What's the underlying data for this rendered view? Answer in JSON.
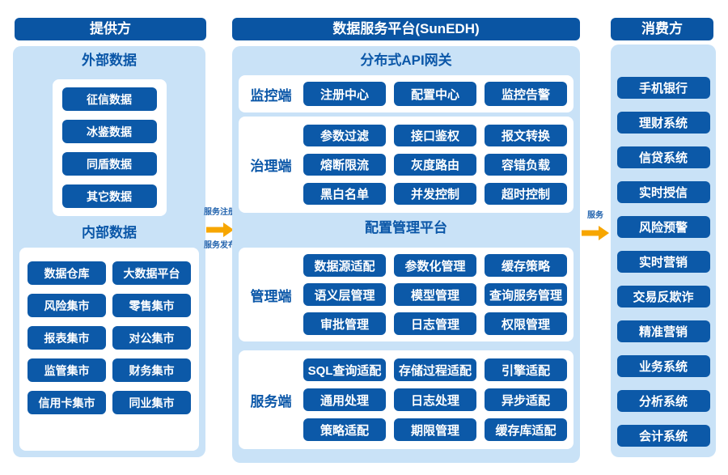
{
  "colors": {
    "header-blue": "#0A55A3",
    "btn-blue": "#0C59A8",
    "panel-blue": "#C9E2F7",
    "title-blue": "#0B57A8",
    "arrow-orange": "#F7A600",
    "small-label-blue": "#2364AE"
  },
  "provider": {
    "header": "提供方",
    "external": {
      "title": "外部数据",
      "items": [
        "征信数据",
        "冰鉴数据",
        "同盾数据",
        "其它数据"
      ]
    },
    "internal": {
      "title": "内部数据",
      "items": [
        "数据仓库",
        "大数据平台",
        "风险集市",
        "零售集市",
        "报表集市",
        "对公集市",
        "监管集市",
        "财务集市",
        "信用卡集市",
        "同业集市"
      ]
    }
  },
  "platform": {
    "header": "数据服务平台(SunEDH)",
    "gateway_title": "分布式API网关",
    "monitor": {
      "label": "监控端",
      "items": [
        "注册中心",
        "配置中心",
        "监控告警"
      ]
    },
    "governance": {
      "label": "治理端",
      "items": [
        "参数过滤",
        "接口鉴权",
        "报文转换",
        "熔断限流",
        "灰度路由",
        "容错负载",
        "黑白名单",
        "并发控制",
        "超时控制"
      ]
    },
    "config_title": "配置管理平台",
    "management": {
      "label": "管理端",
      "items": [
        "数据源适配",
        "参数化管理",
        "缓存策略",
        "语义层管理",
        "模型管理",
        "查询服务管理",
        "审批管理",
        "日志管理",
        "权限管理"
      ]
    },
    "service": {
      "label": "服务端",
      "items": [
        "SQL查询适配",
        "存储过程适配",
        "引擎适配",
        "通用处理",
        "日志处理",
        "异步适配",
        "策略适配",
        "期限管理",
        "缓存库适配"
      ]
    }
  },
  "consumer": {
    "header": "消费方",
    "items": [
      "手机银行",
      "理财系统",
      "信贷系统",
      "实时授信",
      "风险预警",
      "实时营销",
      "交易反欺诈",
      "精准营销",
      "业务系统",
      "分析系统",
      "会计系统"
    ]
  },
  "flows": {
    "register": "服务注册",
    "publish": "服务发布",
    "service": "服务"
  }
}
